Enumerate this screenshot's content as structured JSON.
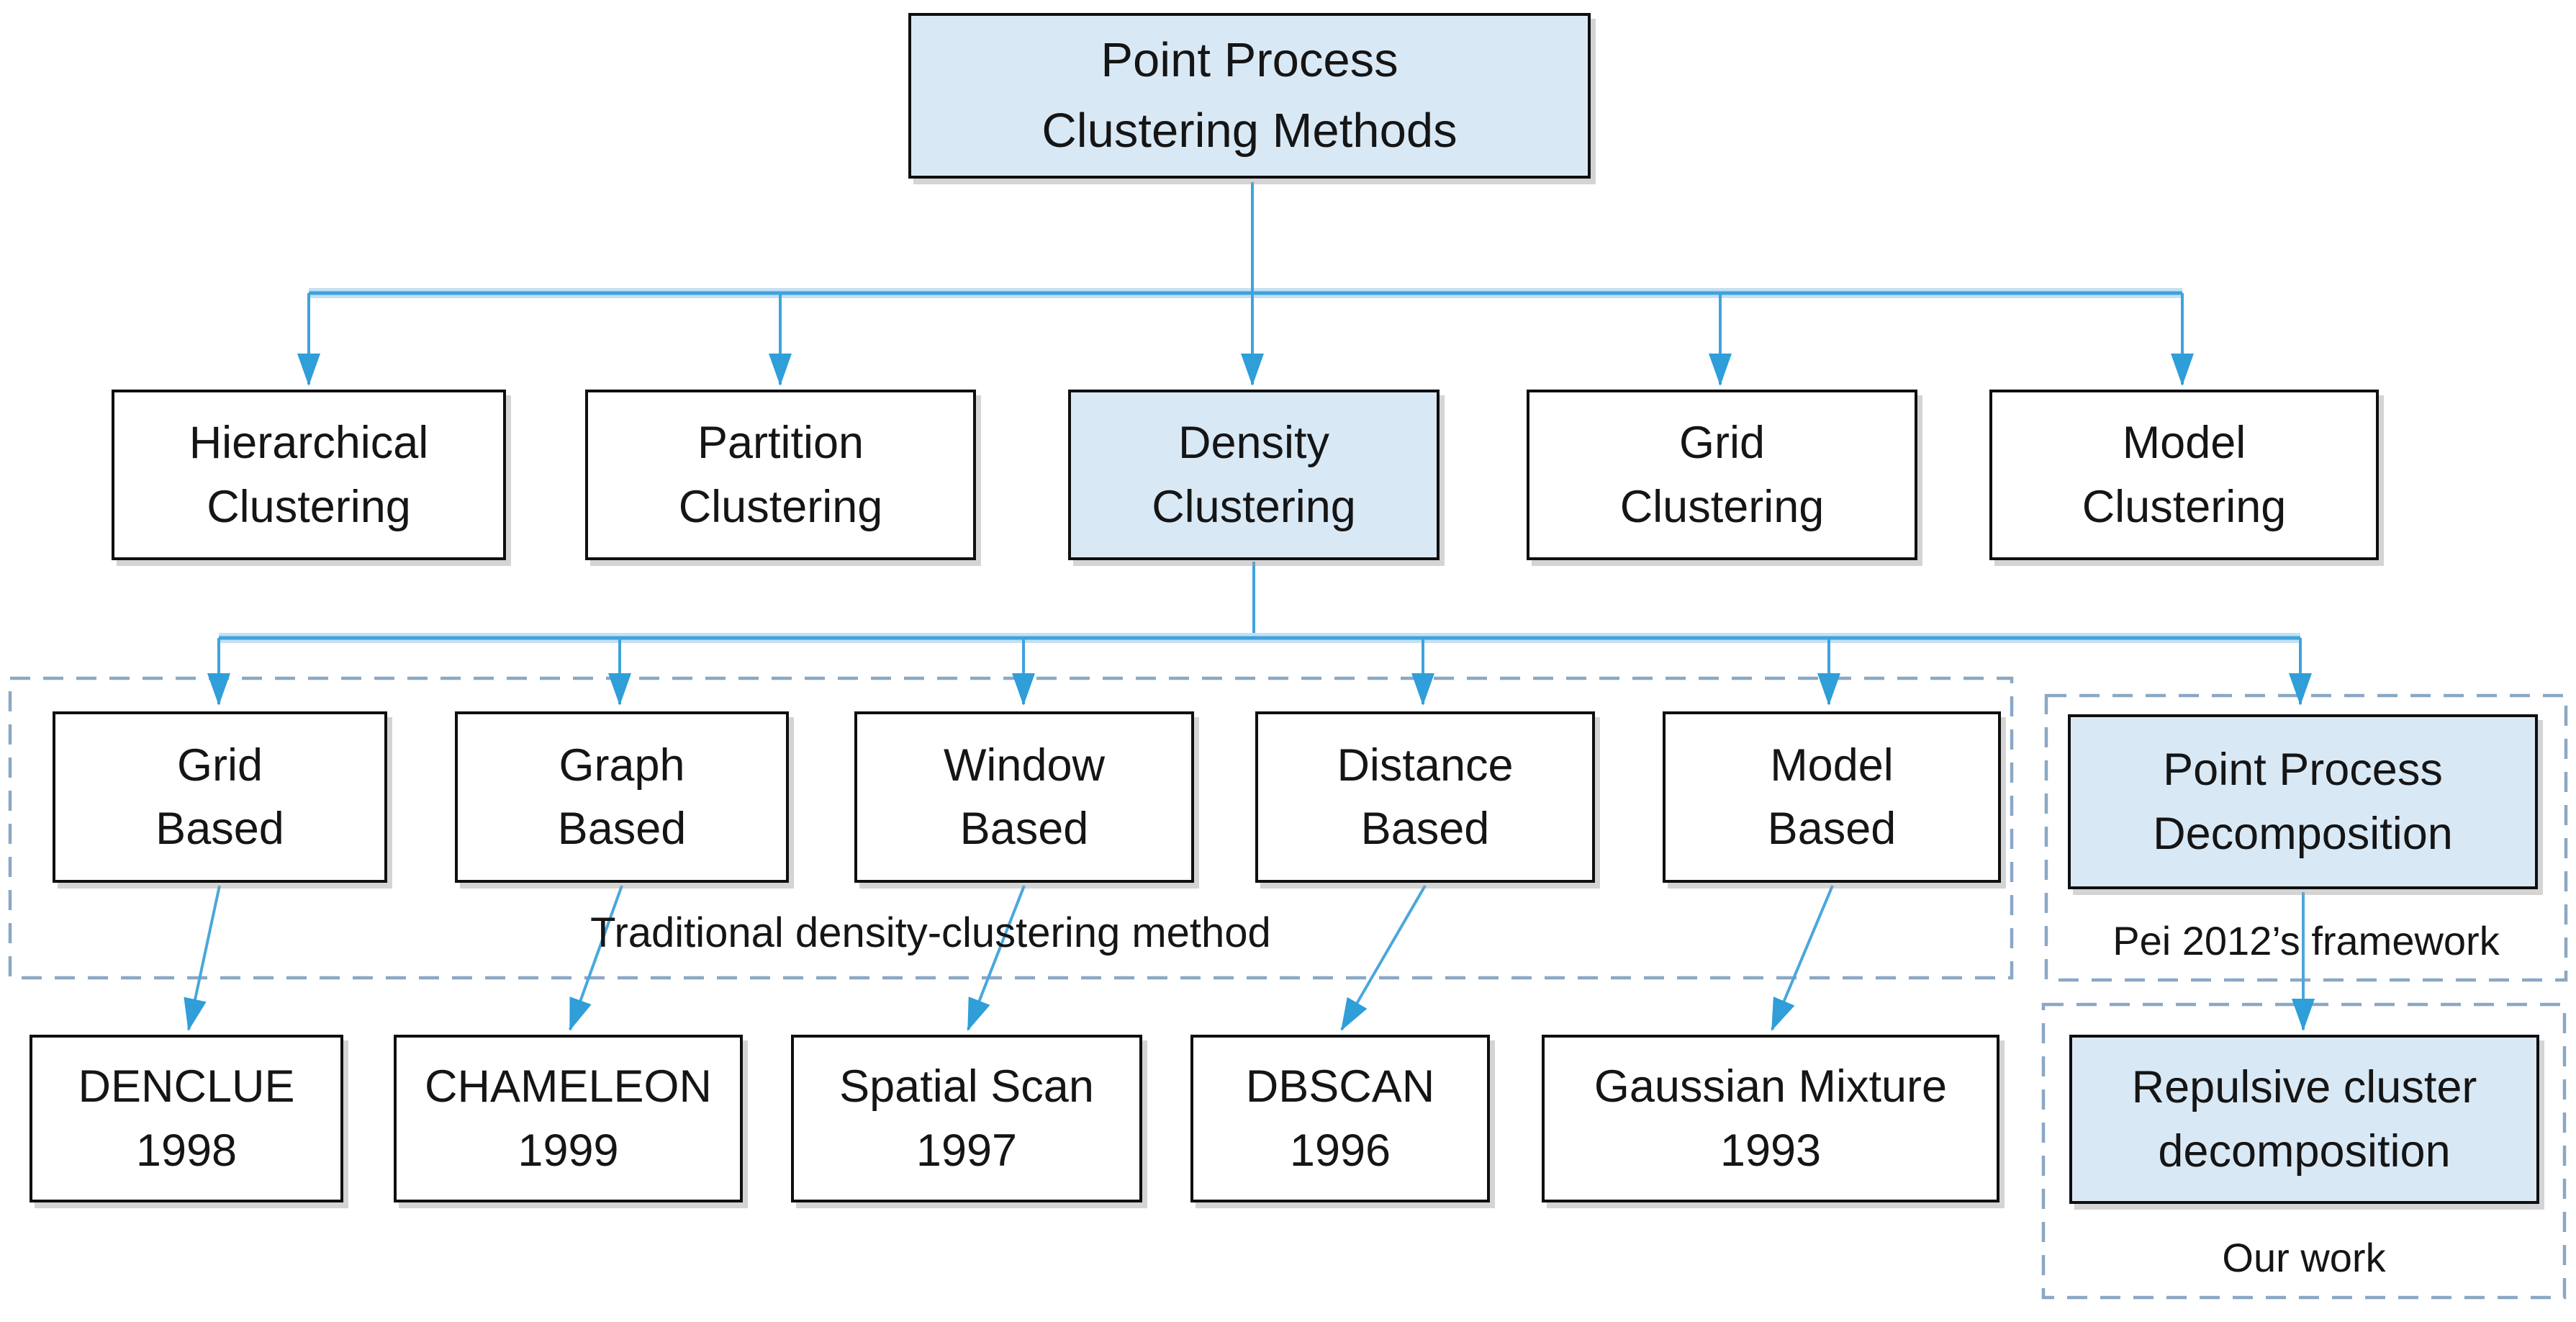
{
  "diagram": {
    "nodes": {
      "root": {
        "lines": [
          "Point Process",
          "Clustering Methods"
        ]
      },
      "hierarchical": {
        "lines": [
          "Hierarchical",
          "Clustering"
        ]
      },
      "partition": {
        "lines": [
          "Partition",
          "Clustering"
        ]
      },
      "density": {
        "lines": [
          "Density",
          "Clustering"
        ]
      },
      "grid_clustering": {
        "lines": [
          "Grid",
          "Clustering"
        ]
      },
      "model_clustering": {
        "lines": [
          "Model",
          "Clustering"
        ]
      },
      "grid_based": {
        "lines": [
          "Grid",
          "Based"
        ]
      },
      "graph_based": {
        "lines": [
          "Graph",
          "Based"
        ]
      },
      "window_based": {
        "lines": [
          "Window",
          "Based"
        ]
      },
      "distance_based": {
        "lines": [
          "Distance",
          "Based"
        ]
      },
      "model_based": {
        "lines": [
          "Model",
          "Based"
        ]
      },
      "point_process_decomposition": {
        "lines": [
          "Point Process",
          "Decomposition"
        ]
      },
      "denclue": {
        "lines": [
          "DENCLUE",
          "1998"
        ]
      },
      "chameleon": {
        "lines": [
          "CHAMELEON",
          "1999"
        ]
      },
      "spatial_scan": {
        "lines": [
          "Spatial Scan",
          "1997"
        ]
      },
      "dbscan": {
        "lines": [
          "DBSCAN",
          "1996"
        ]
      },
      "gaussian_mixture": {
        "lines": [
          "Gaussian Mixture",
          "1993"
        ]
      },
      "repulsive": {
        "lines": [
          "Repulsive cluster",
          "decomposition"
        ]
      }
    },
    "group_labels": {
      "traditional": "Traditional density-clustering method",
      "pei": "Pei 2012’s framework",
      "our_work": "Our work"
    },
    "colors": {
      "highlight_fill": "#d9e8f5",
      "box_fill": "#ffffff",
      "box_border": "#0f0f0f",
      "connector": "#3fa3dc",
      "connector_halo": "#c3e0f4",
      "arrowhead": "#2f9ed9",
      "dashed_border": "#8aa8c5",
      "text": "#151515"
    }
  }
}
